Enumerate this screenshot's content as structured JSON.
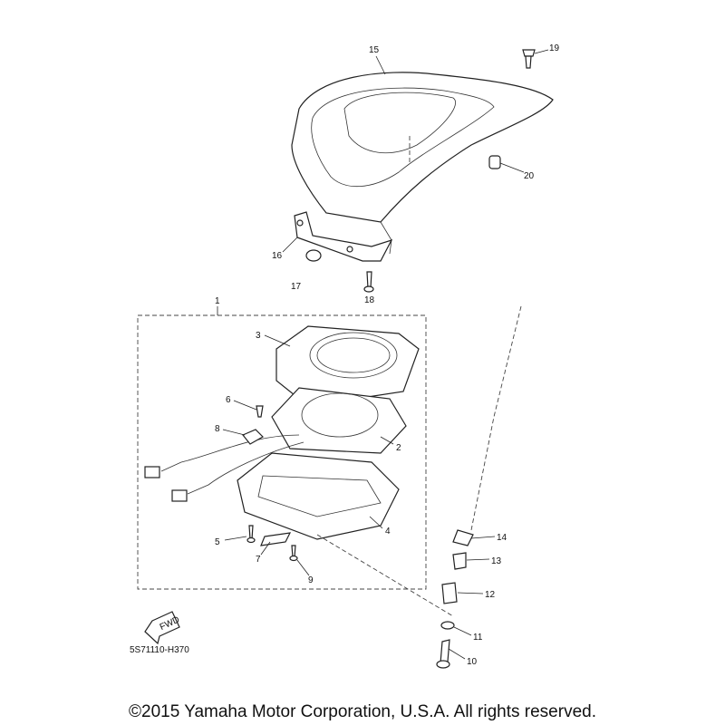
{
  "diagram": {
    "callouts": {
      "c1": "1",
      "c2": "2",
      "c3": "3",
      "c4": "4",
      "c5": "5",
      "c6": "6",
      "c7": "7",
      "c8": "8",
      "c9": "9",
      "c10": "10",
      "c11": "11",
      "c12": "12",
      "c13": "13",
      "c14": "14",
      "c15": "15",
      "c16": "16",
      "c17": "17",
      "c18": "18",
      "c19": "19",
      "c20": "20"
    },
    "fwd_label": "FWD",
    "part_code": "5S71110-H370"
  },
  "footer": {
    "copyright": "©2015 Yamaha Motor Corporation, U.S.A. All rights reserved."
  }
}
